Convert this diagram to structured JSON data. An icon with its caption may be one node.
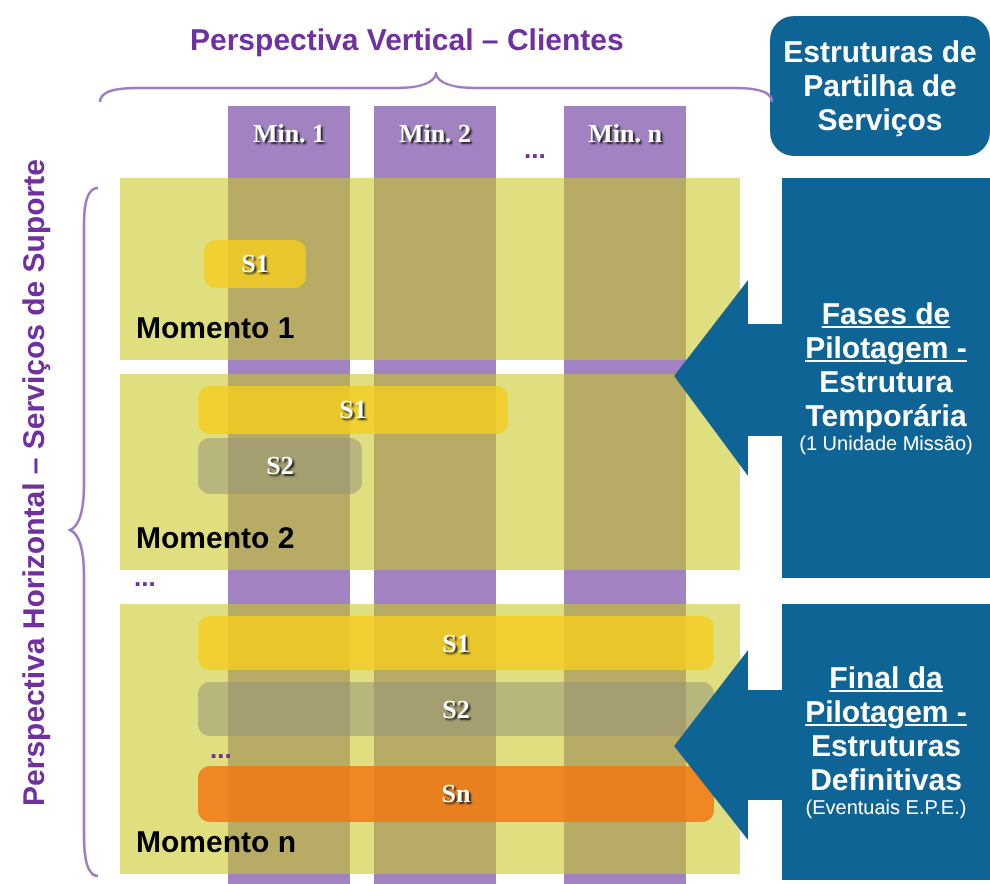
{
  "diagram": {
    "nodes": [
      {
        "text": [
          "Estruturas de Partilha de Serviços"
        ]
      },
      {
        "text": [
          "Min. 1"
        ]
      },
      {
        "text": [
          "Min. 2"
        ]
      },
      {
        "text": [
          "Min. n"
        ]
      },
      {
        "text": [
          "Momento 1"
        ]
      },
      {
        "text": [
          "S1"
        ],
        "in": 4
      },
      {
        "text": [
          "Momento 2"
        ]
      },
      {
        "text": [
          "S1"
        ],
        "in": 6
      },
      {
        "text": [
          "S2"
        ],
        "in": 6
      },
      {
        "text": [
          "Momento n"
        ]
      },
      {
        "text": [
          "S1"
        ],
        "in": 9
      },
      {
        "text": [
          "S2"
        ],
        "in": 9
      },
      {
        "text": [
          "Sn"
        ],
        "in": 9
      },
      {
        "text": [
          "Fases de Pilotagem -",
          "Estrutura Temporária",
          "(1 Unidade Missão)"
        ]
      },
      {
        "text": [
          "Final da Pilotagem -",
          "Estruturas Definitivas",
          "(Eventuais E.P.E.)"
        ]
      }
    ],
    "labels": [
      "Perspectiva Vertical – Clientes",
      "Perspectiva Horizontal – Serviços de Suporte",
      "...",
      "...",
      "..."
    ]
  }
}
